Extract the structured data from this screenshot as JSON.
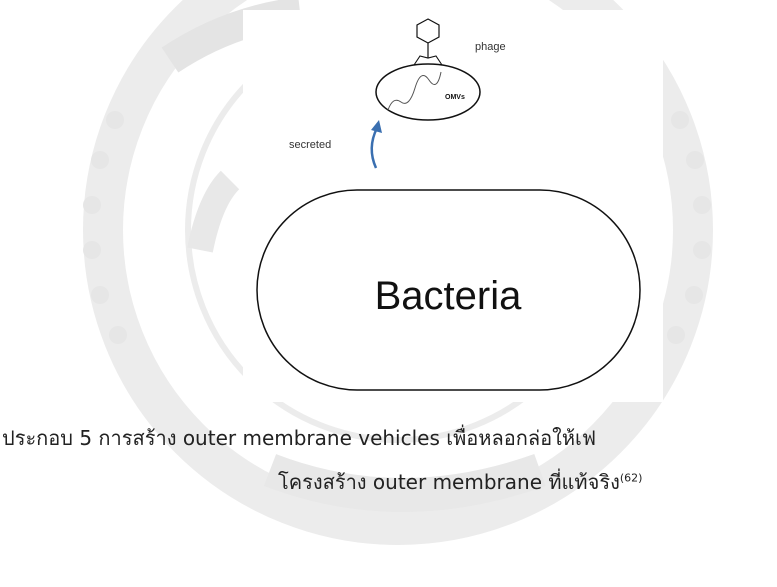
{
  "diagram": {
    "bacteria_label": "Bacteria",
    "secreted_label": "secreted",
    "phage_label": "phage",
    "omv_label": "OMVs"
  },
  "caption": {
    "line1": "ประกอบ 5 การสร้าง outer membrane vehicles เพื่อหลอกล่อให้เฟ",
    "line2": "โครงสร้าง outer membrane ที่แท้จริง",
    "reference": "(62)"
  },
  "colors": {
    "arrow": "#3a6fb0",
    "watermark": "#ededed",
    "stroke": "#111111"
  }
}
